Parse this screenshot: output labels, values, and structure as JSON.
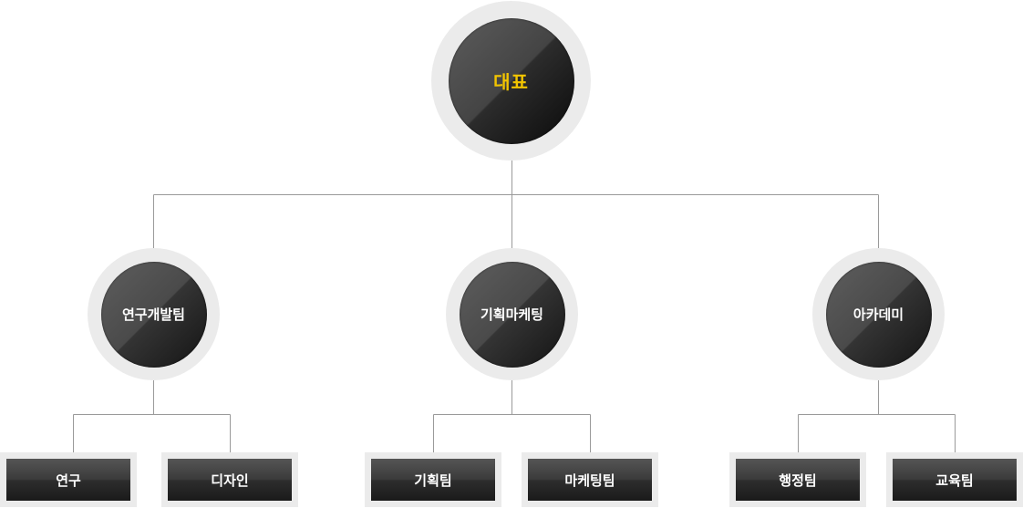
{
  "org_chart": {
    "root": {
      "label": "대표"
    },
    "departments": [
      {
        "label": "연구개발팀",
        "teams": [
          {
            "label": "연구"
          },
          {
            "label": "디자인"
          }
        ]
      },
      {
        "label": "기획마케팅",
        "teams": [
          {
            "label": "기획팀"
          },
          {
            "label": "마케팅팀"
          }
        ]
      },
      {
        "label": "아카데미",
        "teams": [
          {
            "label": "행정팀"
          },
          {
            "label": "교육팀"
          }
        ]
      }
    ]
  },
  "colors": {
    "root_label": "#f2c500",
    "node_label": "#ffffff",
    "ring": "#ebebeb",
    "connector": "#9a9a9a",
    "node_dark": "#1a1a1a"
  }
}
